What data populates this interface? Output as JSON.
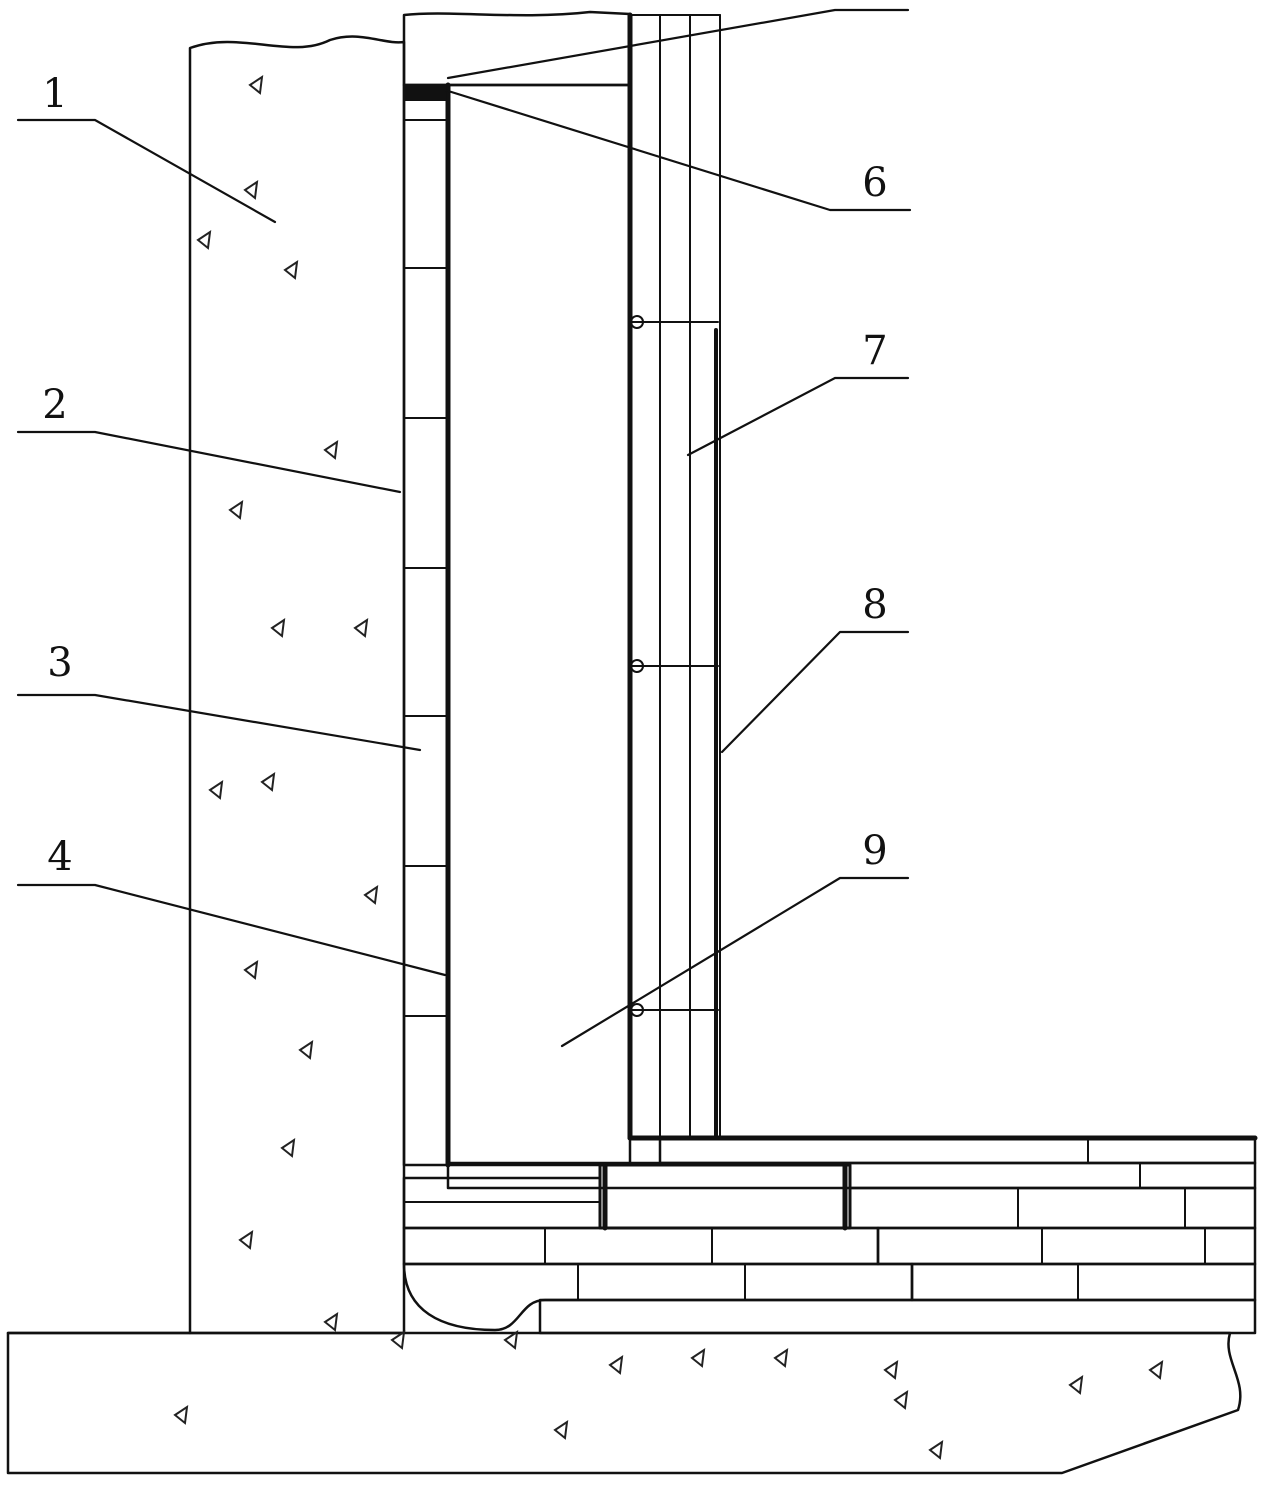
{
  "diagram": {
    "callouts": [
      {
        "id": "1",
        "label": "1"
      },
      {
        "id": "2",
        "label": "2"
      },
      {
        "id": "3",
        "label": "3"
      },
      {
        "id": "4",
        "label": "4"
      },
      {
        "id": "6",
        "label": "6"
      },
      {
        "id": "7",
        "label": "7"
      },
      {
        "id": "8",
        "label": "8"
      },
      {
        "id": "9",
        "label": "9"
      }
    ],
    "colors": {
      "line": "#111111",
      "concrete_fill": "#ffffff",
      "screed_fill": "#d9d9d9",
      "stipple": "#333333"
    }
  }
}
